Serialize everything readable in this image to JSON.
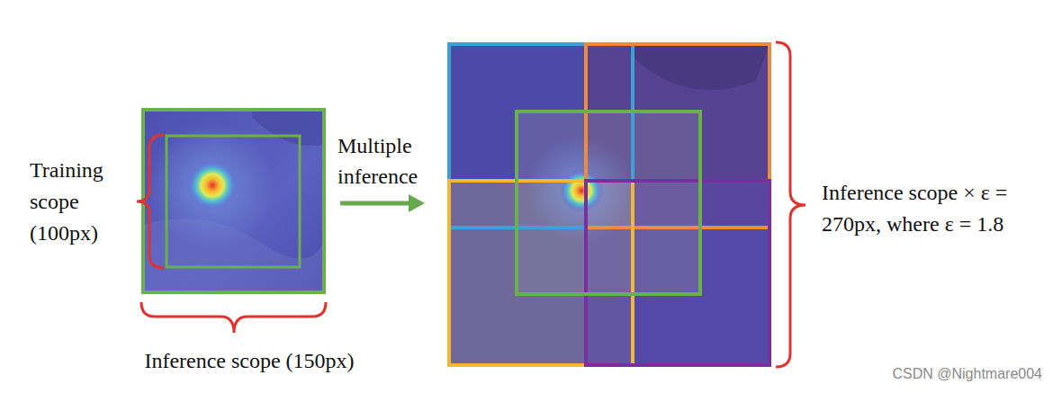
{
  "diagram": {
    "labels": [
      "Training scope (100px)",
      "Inference scope (150px)",
      "Multiple inference",
      "Inference scope × ε = 270px, where ε = 1.8",
      "CSDN @Nightmare004"
    ]
  }
}
